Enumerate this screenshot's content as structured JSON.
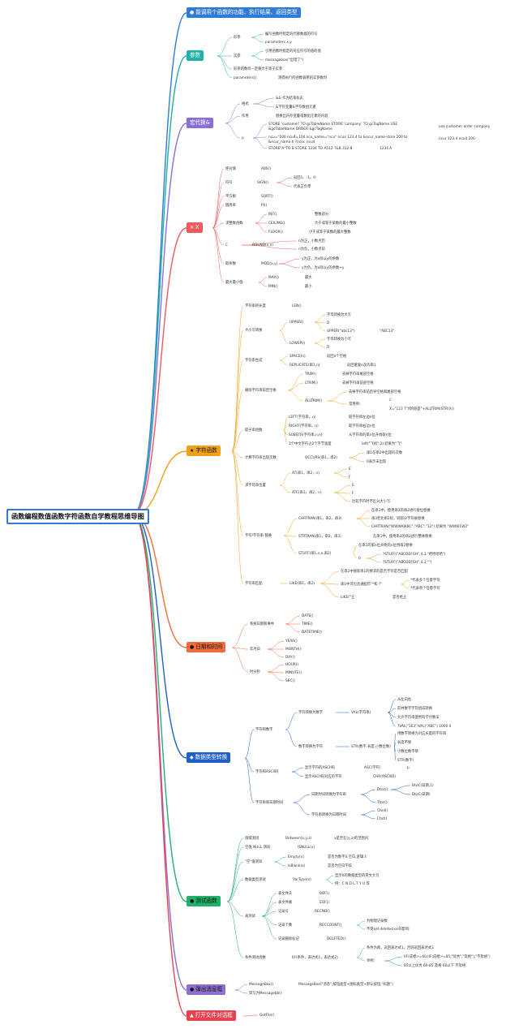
{
  "root": "函数编程数值函数字符函数自学教程思维导图",
  "colors": {
    "blue": "#2f7bd9",
    "teal": "#1fb2a6",
    "purple": "#8a6fd8",
    "red": "#ee5b5b",
    "orange": "#f2a019",
    "orange_red": "#f26b3a",
    "dark_blue": "#1f5fc9",
    "green": "#21b06a",
    "violet": "#8d6fd1",
    "crimson": "#e8414f"
  },
  "branches": {
    "intro": "能调用个函数的功能、执行结果、返回类型",
    "params": "参数",
    "macro": "宏代换&",
    "x": "X",
    "string": "字符函数",
    "datetime": "日期和时间",
    "convert": "数据类型转换",
    "test": "测试函数",
    "message": "弹出消息框",
    "file": "打开文件对话框"
  },
  "params": {
    "formal": "形参",
    "formal_1": "编写函数时指定的代替数据的符号",
    "formal_2": "parameters x,y",
    "actual": "实参",
    "actual_1": "引用函数时指定的对应符号的值的值",
    "actual_2": "messagebox(\"出错了\")",
    "count_rule": "形参的数目一定要大于等于实参",
    "pcount": "parameters()",
    "pcount_desc": "测得执行的函数调用的实参数目"
  },
  "macro": {
    "format": "格式",
    "format_1": "&& 作为结束标志",
    "format_2": "&字符变量&字符数组元素",
    "role": "作用",
    "role_1": "替换出内存变量或数组元素的内容",
    "p": "p",
    "ex1": "STORE 'customer' TO gcTableName STORE 'company' TO gcTagName USE",
    "ex1b": "&gcTableName ORDER &gcTagName",
    "ex1_result": "use customer order company",
    "ex2": "ncu=\"100 ncu4=100 ncu_name=\"ncu\" ncux 123.4 to &ncur_name-store 200 to",
    "ex2b": "&ncur_name.h ?ncur. ncu4",
    "ex2_result": "ncur 123.4 ncu4 200",
    "ex3": "STORE\"A\"TO B STORE 1234 TO A512 ?&B.312.B",
    "ex3_result": "1234 A"
  },
  "x": {
    "abs": "绝对值",
    "abs_f": "ABS()",
    "sign": "符号",
    "sign_f": "SIGN()",
    "sign_ret": "返回1、-1、0",
    "sign_desc": "代表正负零",
    "sqrt": "平方根",
    "sqrt_f": "SQRT()",
    "pi": "圆周率",
    "pi_f": "PI()",
    "int_group": "求整数函数",
    "int_f": "INT()",
    "int_d": "整数部分",
    "ceil_f": "CEILING()",
    "ceil_d": "大于或等于某数的最小整数",
    "floor_f": "FLOOR()",
    "floor_d": "小于或等于某数的最大整数",
    "c": "C",
    "round_f": "ROUND(x,n)",
    "round_1": "n为正，小数点后",
    "round_2": "n为负，小数点前",
    "mod": "取余数",
    "mod_f": "MOD(x,y)",
    "mod_1": "y为正，为x除以y的余数",
    "mod_2": "y为负，为x除以y的余数+y",
    "maxmin": "最大最小值",
    "max_f": "MAX()",
    "max_d": "最大",
    "min_f": "MIN()",
    "min_d": "最小"
  },
  "string": {
    "len_l": "字符串的长度",
    "len_f": "LEN()",
    "case_l": "大小写转换",
    "upper_f": "UPPER()",
    "upper_1": "字母转换为大写",
    "upper_2": "D",
    "upper_ex": "UPPER(\"abc13\")",
    "upper_ex_r": "\"ABC13\"",
    "lower_f": "LOWER()",
    "lower_1": "字母转换为小写",
    "lower_2": "D",
    "space_l": "字符串生成",
    "space_f": "SPACE(n)",
    "space_d": "返回n个空格",
    "rep_f": "REPLICATE(串1,n)",
    "rep_d": "返回重复n次的串1",
    "trim_l": "删除字符串前后空格",
    "trim_f": "TRIM()",
    "trim_d": "去掉字符串尾部空格",
    "ltrim_f": "LTRIM()",
    "ltrim_d": "去掉字符串前部空格",
    "alltrim_f": "ALLTRIM()",
    "alltrim_d": "去掉字符串前后导空格和尾部空格",
    "alltrim_ex": "常用例：",
    "alltrim_ex_c": "c",
    "alltrim_ex_v": "X=\"123 7\"X的值是\"+ALLTRIM(STR(X))",
    "sub_l": "取子串函数",
    "left_f": "LEFT(字符串，n)",
    "left_d": "取字符串左边n位",
    "right_f": "RIGHT(字符串，n)",
    "right_d": "取字符串右边n位",
    "substr_f": "SUBSTR(字符串,n,n)",
    "substr_d": "从字符串的第n位开始取n位",
    "sub_note": "1个中文字符占2个字节宽度",
    "sub_note_ex": "left(\"飞机\",2) 结果为\"飞\"",
    "occurs_l": "计算字符串出现次数",
    "occurs_f": "OCCURS(串1，串2)",
    "occurs_1": "串1在串2中出现的次数",
    "occurs_2": "0表示未出现",
    "at_l": "求字符串位置",
    "at_f": "AT(串1，串2，n)",
    "at_1": "E",
    "at_2": "F",
    "atc_f": "ATC(串1，串2，n)",
    "atc_1": "E",
    "atc_2": "F",
    "atc_3": "比较字符时不区分大小写",
    "rep_l": "字符/字符串 替换",
    "chrtran_f": "CHRTRAN(串1，串2，串3)",
    "chrtran_1": "在串1中，使用串3的串2进行替位替换",
    "chrtran_2": "串3若比串2短，则部分字符被替换",
    "chrtran_ex": "CHRTRAN(\"WWWAWBC\",\"ABC\",\"12\") 结果为 \"WWW1W2\"",
    "strtran_f": "STRTRAN(串1，串2，串3)",
    "strtran_d": "在串1中，使用串3的串2进行整体替换",
    "stuff_f": "STUFF(串1,n,n,串2)",
    "stuff_d": "在串1的第n位开始的n位用串2替换",
    "stuff_0": "0",
    "stuff_ex1": "?STUFF(\"ABCDEFGH\",4,3,\"哈哈哈哈\")",
    "stuff_ex2": "?STUFF(\"ABCDEFGH\",4,3,\"\")",
    "like_l": "字符串匹配",
    "like_f": "LIKE(串1，串2)",
    "like_1": "在串2中搜索串1的要求的是否字符是否匹配",
    "like_2": "串1中可包含通配符\"*和 ?\"",
    "like_2a": "*代表多个任意字符",
    "like_2b": "?代表单个任意字符",
    "like_ex": "LIKE(\"王",
    "like_ex_r": "是否姓王"
  },
  "datetime": {
    "sys_l": "系统日期和事件",
    "date_f": "DATE()",
    "time_f": "TIME()",
    "datetime_f": "DATETIME()",
    "ymd_l": "年月日",
    "year_f": "YEAR()",
    "month_f": "MONTH()",
    "day_f": "DAY()",
    "hms_l": "时分秒",
    "hour_f": "HOUR()",
    "minute_f": "MINUTE()",
    "sec_f": "SEC()"
  },
  "convert": {
    "char_num": "字符和数字",
    "c2n": "字符转换为数字",
    "val_f": "VAL(字符串)",
    "val_1": "从左向右",
    "val_2": "前并数字字符组成转换",
    "val_3": "允许字符串使用科学计数法",
    "val_4": "?VAL(\"1E3\")VAL(\"ABC\") 1000 0",
    "n2c": "数字转换为字符",
    "str_f": "STR(数字,长度,小数位数)",
    "str_1": "用数字转换为对应长度的字符串",
    "str_2": "长度不够",
    "str_3": "小数位数不够",
    "str_4": "STR(数字)",
    "ascii_l": "字符和ASCII码",
    "asc_l": "显示字符的ASCII码",
    "asc_f": "ASC(字符)",
    "asc_r": "p",
    "chr_l": "显示ASCII码对应的字符",
    "chr_f": "CHR(ASCII码)",
    "dt_l": "字符串和日期时间",
    "dt2c": "日期时间转换为字符串",
    "dtoc_f": "Dtoc()",
    "dtoc_1": "DtoC(日期,1)",
    "dtoc_2": "DtoC(日期)",
    "ttoc_f": "Ttoc()",
    "c2dt": "字符串转换为日期时间",
    "ctod_f": "Ctod()",
    "ctot_f": "Ctot()"
  },
  "test": {
    "range_l": "值域测试",
    "between_f": "Between(x,y,z)",
    "between_d": "x是否在(y,z)的范围内",
    "null_l": "空值 NULL 测试",
    "isnull_f": "ISNULL(x)",
    "empty_l": "\"空\"值测试",
    "empty_f": "Empty(x)",
    "empty_d": "是否为数字0,空白,逻辑.F.",
    "isblank_f": "IsBlank(x)",
    "isblank_d": "是否为空白字段",
    "type_l": "数据类型测试",
    "vartype_f": "VarType(x)",
    "vartype_1": "显示X的数据类型的英文大写",
    "vartype_2": "例：C N D L T Y U 等",
    "table_l": "表测试",
    "bof_l": "表文件头",
    "bof_f": "BOF()",
    "eof_l": "表文件尾",
    "eof_f": "EOF()",
    "recno_l": "记录号",
    "recno_f": "RECNO()",
    "reccount_l": "记录个数",
    "reccount_f": "RECCOUNT()",
    "reccount_1": "为物理记录数",
    "reccount_2": "不受set deleted on的影响",
    "deleted_l": "记录删除标记",
    "deleted_f": "DELETED()",
    "cond_l": "条件测试函数",
    "iif_f": "IIF(条件，表达式1，表达式2)",
    "iif_1": "条件为真，返回表达式1，否则返回表达式2",
    "iif_ex": "举例：",
    "iif_ex1": "IIF(成绩>=60,IIF(成绩>=85,\"优秀\",\"及格\"),\"不及格\")",
    "iif_ex2": "85以上优秀 60-85 及格 60以下 不及格"
  },
  "message": {
    "mb_f": "MessageBox()",
    "mb_d": "MessageBox(\"消息\",按钮类型+图标类型+默认按钮,\"标题\")",
    "mb_short": "简写为Messagebb()"
  },
  "file": {
    "getfile_f": "GetFile()"
  }
}
